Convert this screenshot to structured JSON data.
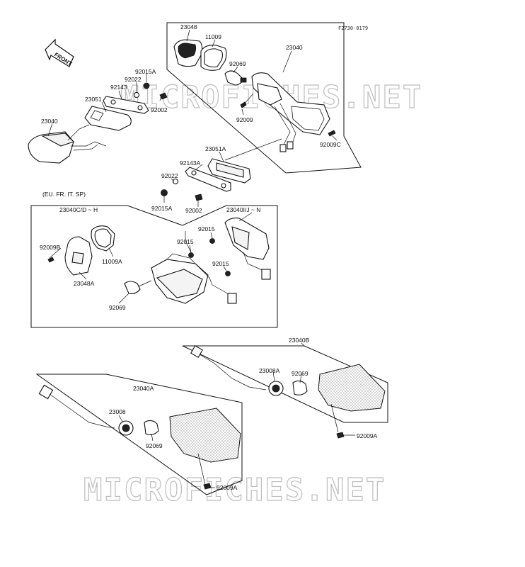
{
  "drawing_code": "F2730-0179",
  "watermark": "MICROFICHES.NET",
  "front_label": "FRONT",
  "region_note": "(EU. FR. IT. SP)",
  "parts": {
    "p23048": "23048",
    "p11009": "11009",
    "p23040_top": "23040",
    "p92069_top": "92069",
    "p92009": "92009",
    "p92009C": "92009C",
    "p92015A_top": "92015A",
    "p92022_top": "92022",
    "p92143": "92143",
    "p23051": "23051",
    "p92002_top": "92002",
    "p23040_left": "23040",
    "p23051A": "23051A",
    "p92143A": "92143A",
    "p92022_mid": "92022",
    "p92015A_mid": "92015A",
    "p92002_mid": "92002",
    "p23040CDH": "23040C/D ~ H",
    "p23040IJN": "23040I/J ~ N",
    "p92015_a": "92015",
    "p92015_b": "92015",
    "p92015_c": "92015",
    "p92009B": "92009B",
    "p11009A": "11009A",
    "p23048A": "23048A",
    "p92069_mid": "92069",
    "p23040B": "23040B",
    "p23008A": "23008A",
    "p92069_b": "92069",
    "p92009A_b": "92009A",
    "p23040A": "23040A",
    "p23008": "23008",
    "p92069_a": "92069",
    "p92009A_a": "92009A"
  }
}
